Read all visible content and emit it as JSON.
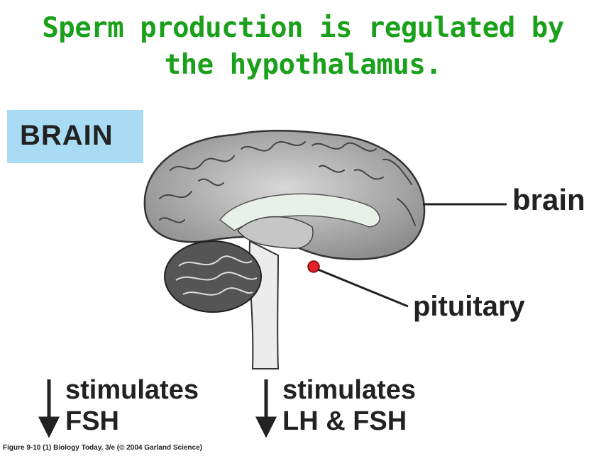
{
  "title": {
    "line1": "Sperm production is regulated by",
    "line2": "the hypothalamus."
  },
  "brain_box": {
    "label": "BRAIN",
    "color": "#a9dcf4"
  },
  "labels": {
    "brain": "brain",
    "pituitary": "pituitary"
  },
  "flows": [
    {
      "line1": "stimulates",
      "line2": "FSH"
    },
    {
      "line1": "stimulates",
      "line2": "LH & FSH"
    }
  ],
  "credit": "Figure 9-10 (1)  Biology Today, 3/e (© 2004 Garland Science)",
  "colors": {
    "title": "#1aa01a",
    "pituitary": "#e0202a",
    "brain_gray": "#9a9a9a",
    "cerebellum": "#555555"
  }
}
